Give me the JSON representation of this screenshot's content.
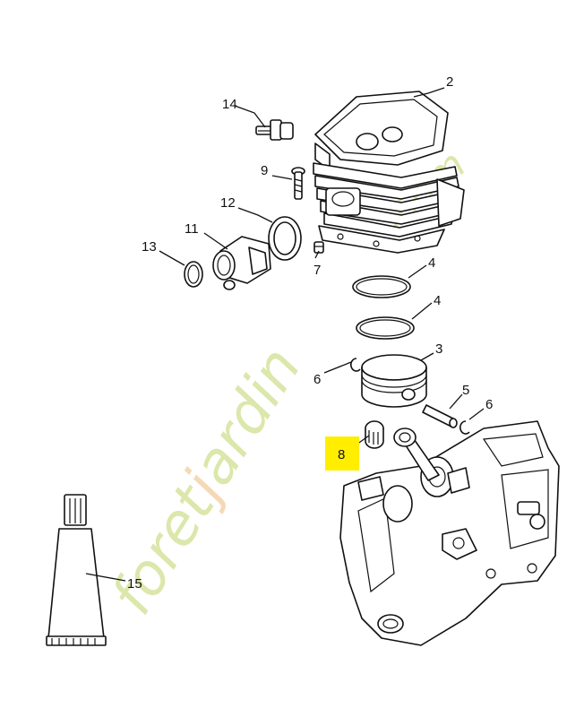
{
  "labels": {
    "l2": "2",
    "l3": "3",
    "l4a": "4",
    "l4b": "4",
    "l5": "5",
    "l6a": "6",
    "l6b": "6",
    "l7": "7",
    "l8": "8",
    "l9": "9",
    "l11": "11",
    "l12": "12",
    "l13": "13",
    "l14": "14",
    "l15": "15"
  },
  "highlight": {
    "part": "8",
    "color": "#ffee00"
  },
  "watermark": {
    "text_a": "foret",
    "text_j": "j",
    "text_b": "ardin",
    "text_c": ".com",
    "green": "#cfe08f",
    "orange": "#f2cda0"
  }
}
